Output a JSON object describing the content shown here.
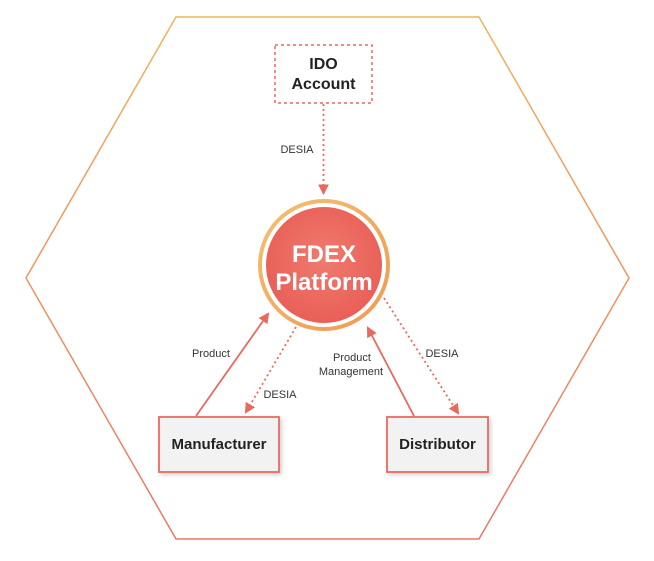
{
  "platform": {
    "line1": "FDEX",
    "line2": "Platform"
  },
  "nodes": {
    "ido_account": {
      "line1": "IDO",
      "line2": "Account"
    },
    "manufacturer": "Manufacturer",
    "distributor": "Distributor"
  },
  "edges": {
    "ido_to_platform": "DESIA",
    "manufacturer_to_platform": "Product",
    "platform_to_manufacturer": "DESIA",
    "distributor_to_platform_line1": "Product",
    "distributor_to_platform_line2": "Management",
    "platform_to_distributor": "DESIA"
  },
  "colors": {
    "accent": "#e86a5e",
    "platform_fill": "#ec6a60",
    "platform_ring": "#f0b464",
    "hexagon_top": "#f2b25c",
    "hexagon_bottom": "#ec7563",
    "box_fill": "#f2f2f2",
    "text": "#222222",
    "label_text": "#333333"
  }
}
